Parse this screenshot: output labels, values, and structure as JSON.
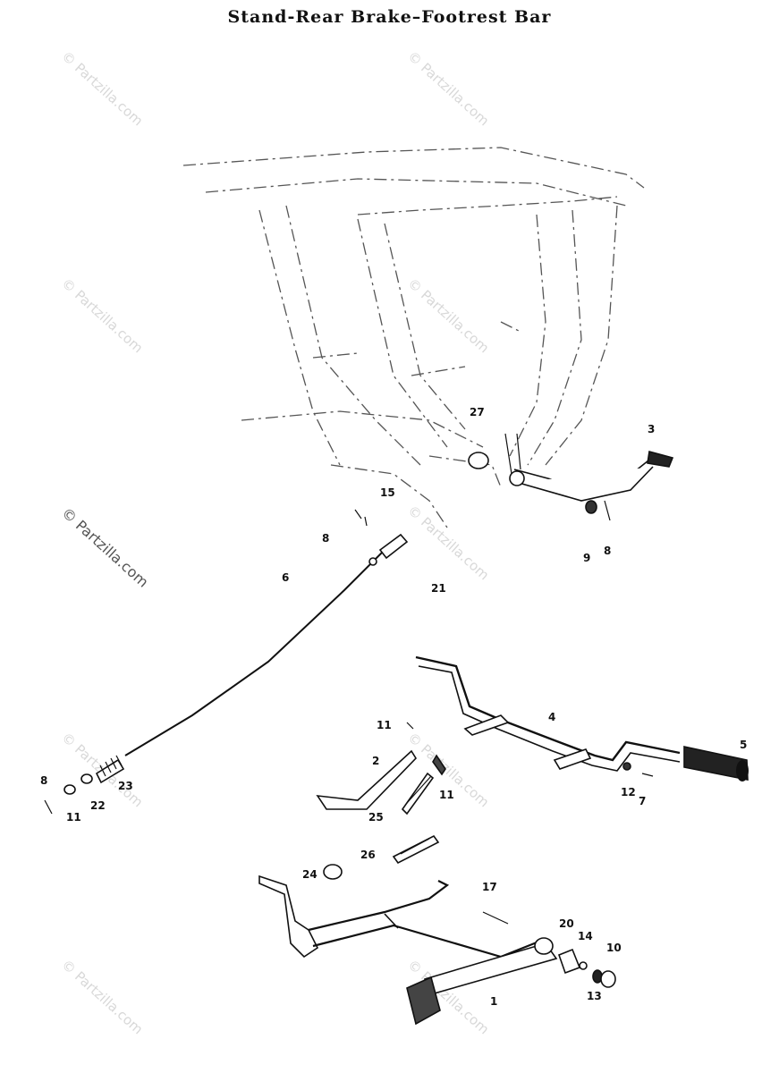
{
  "title": "Stand-Rear Brake–Footrest Bar",
  "watermark": "© Partzilla.com",
  "callouts": [
    "1",
    "2",
    "3",
    "4",
    "5",
    "6",
    "7",
    "8",
    "8",
    "8",
    "9",
    "10",
    "11",
    "11",
    "11",
    "12",
    "13",
    "14",
    "15",
    "17",
    "20",
    "21",
    "22",
    "23",
    "24",
    "25",
    "26",
    "27"
  ]
}
